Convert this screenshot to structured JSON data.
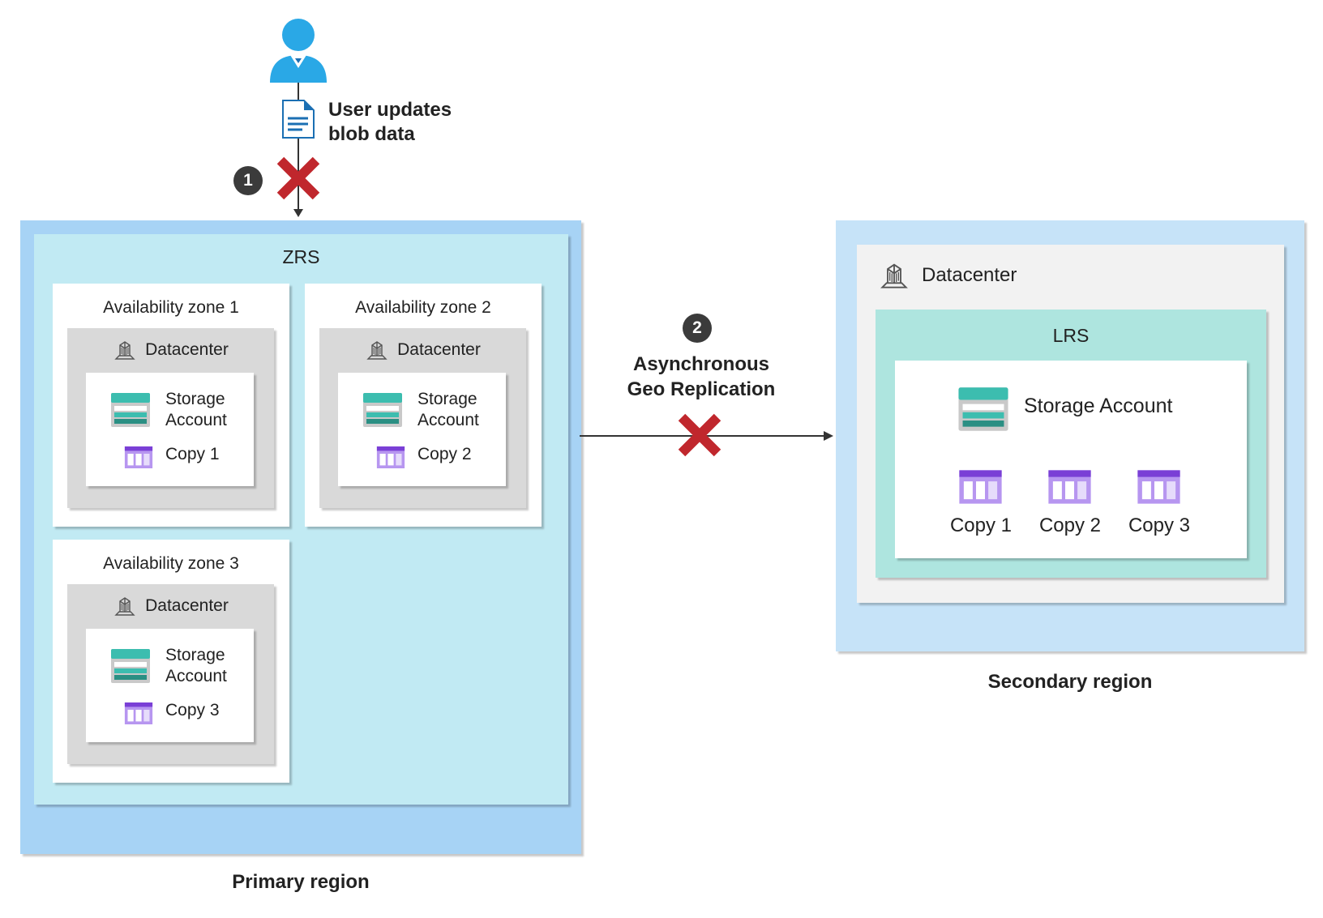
{
  "user": {
    "action_label_line1": "User updates",
    "action_label_line2": "blob data"
  },
  "steps": {
    "step1": "1",
    "step2": "2"
  },
  "replication": {
    "line1": "Asynchronous",
    "line2": "Geo Replication"
  },
  "primary": {
    "region_label": "Primary region",
    "zrs_label": "ZRS",
    "zones": [
      {
        "label": "Availability zone 1",
        "datacenter": "Datacenter",
        "storage_line1": "Storage",
        "storage_line2": "Account",
        "copy": "Copy 1"
      },
      {
        "label": "Availability zone 2",
        "datacenter": "Datacenter",
        "storage_line1": "Storage",
        "storage_line2": "Account",
        "copy": "Copy 2"
      },
      {
        "label": "Availability zone 3",
        "datacenter": "Datacenter",
        "storage_line1": "Storage",
        "storage_line2": "Account",
        "copy": "Copy 3"
      }
    ]
  },
  "secondary": {
    "region_label": "Secondary region",
    "datacenter": "Datacenter",
    "lrs_label": "LRS",
    "storage": "Storage Account",
    "copies": [
      "Copy 1",
      "Copy 2",
      "Copy 3"
    ]
  },
  "colors": {
    "primary_region": "#a7d3f5",
    "zrs": "#c1eaf3",
    "secondary_region": "#c6e3f8",
    "lrs": "#aee5df",
    "datacenter_gray": "#d9d9d9",
    "failure_x": "#c0272d",
    "storage_teal": "#3cbdaf",
    "copy_purple": "#8b4ee0",
    "user_blue": "#2aa8e6"
  },
  "icons": [
    "user-icon",
    "document-icon",
    "failure-x-icon",
    "datacenter-icon",
    "storage-account-icon",
    "copy-icon"
  ]
}
